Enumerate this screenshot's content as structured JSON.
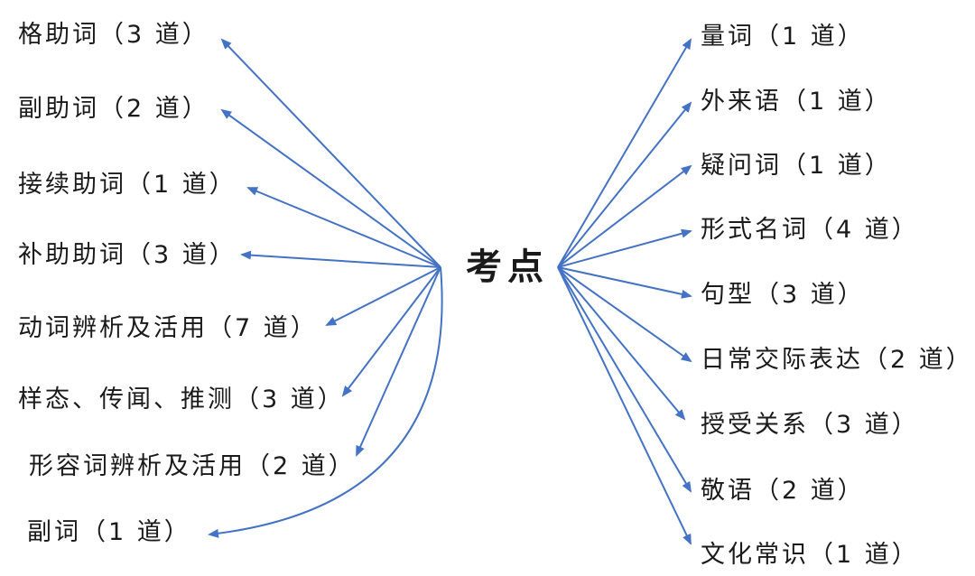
{
  "center": {
    "label": "考点"
  },
  "left_nodes": [
    {
      "label": "格助词（3 道）"
    },
    {
      "label": "副助词（2 道）"
    },
    {
      "label": "接续助词（1 道）"
    },
    {
      "label": "补助助词（3 道）"
    },
    {
      "label": "动词辨析及活用（7 道）"
    },
    {
      "label": "样态、传闻、推测（3 道）"
    },
    {
      "label": "形容词辨析及活用（2 道）"
    },
    {
      "label": "副词（1 道）"
    }
  ],
  "right_nodes": [
    {
      "label": "量词（1 道）"
    },
    {
      "label": "外来语（1 道）"
    },
    {
      "label": "疑问词（1 道）"
    },
    {
      "label": "形式名词（4 道）"
    },
    {
      "label": "句型（3 道）"
    },
    {
      "label": "日常交际表达（2 道）"
    },
    {
      "label": "授受关系（3 道）"
    },
    {
      "label": "敬语（2 道）"
    },
    {
      "label": "文化常识（1 道）"
    }
  ],
  "colors": {
    "arrow": "#4472c4",
    "text": "#1a1a1a"
  }
}
